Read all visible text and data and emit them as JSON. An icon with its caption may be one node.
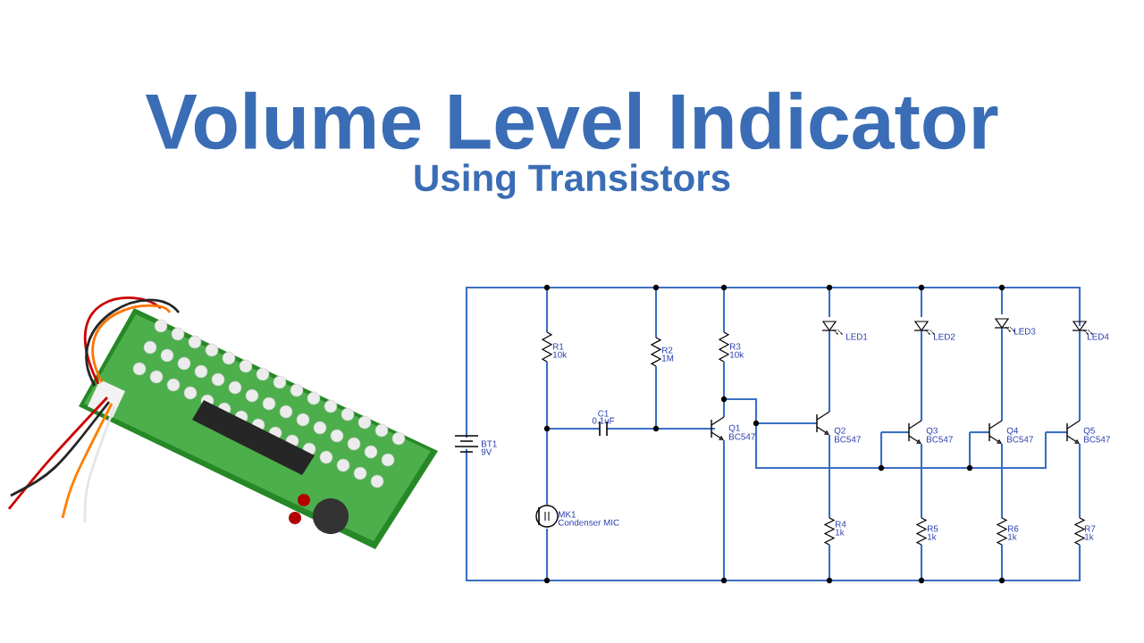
{
  "diagram": {
    "title": "Volume Level Indicator",
    "labels": [
      "Using Transistors",
      "R1",
      "10k",
      "R2",
      "1M",
      "R3",
      "10k",
      "LED1",
      "LED2",
      "LED3",
      "LED4",
      "C1",
      "0.1uF",
      "Q1",
      "BC547",
      "Q2",
      "BC547",
      "Q3",
      "BC547",
      "Q4",
      "BC547",
      "Q5",
      "BC547",
      "BT1",
      "9V",
      "MK1",
      "Condenser MIC",
      "R4",
      "1k",
      "R5",
      "1k",
      "R6",
      "1k",
      "R7",
      "1k"
    ]
  }
}
